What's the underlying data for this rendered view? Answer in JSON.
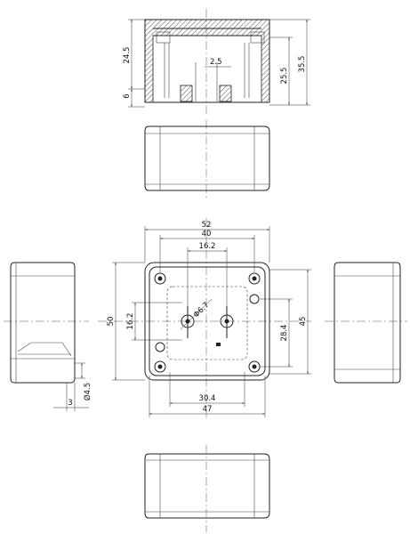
{
  "dimensions": {
    "top_view": {
      "d24_5": "24.5",
      "d6": "6",
      "d25_5": "25.5",
      "d35_5": "35.5",
      "d2_5": "2.5"
    },
    "plan_view": {
      "d52": "52",
      "d40": "40",
      "d16_2_top": "16.2",
      "d50": "50",
      "d16_2_left": "16.2",
      "d6_7": "Φ6.7",
      "d28_4": "28.4",
      "d45": "45",
      "d30_4": "30.4",
      "d47": "47"
    },
    "side_view": {
      "d4_5": "Ø4.5",
      "d3": "3"
    }
  },
  "views": [
    "section-view",
    "front-view",
    "plan-view",
    "left-side-view",
    "right-side-view",
    "bottom-view"
  ]
}
